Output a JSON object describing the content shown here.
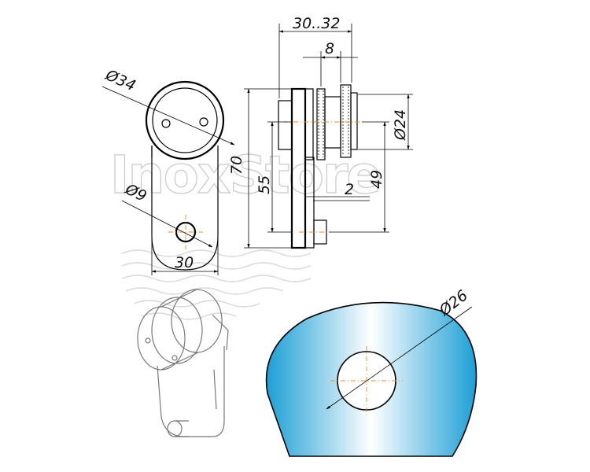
{
  "dimensions": {
    "depth": "30..32",
    "gap": "8",
    "top_diameter": "Ø34",
    "height": "70",
    "hole_spacing": "55",
    "flange_diameter": "Ø24",
    "offset": "49",
    "plate": "2",
    "hole_diameter": "Ø9",
    "width": "30",
    "glass_hole": "Ø26"
  },
  "watermark": "InoxStore",
  "colors": {
    "line": "#000000",
    "centerline": "#f08a2a",
    "glass_edge": "#1c9fd6",
    "glass_center": "#ffffff"
  }
}
